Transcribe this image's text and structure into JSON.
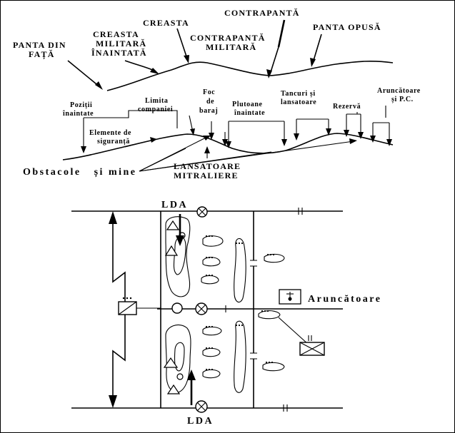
{
  "profile": {
    "top_labels": {
      "panta_din_fata": [
        "PANTA DIN",
        "FAȚĂ"
      ],
      "creasta_militara_inaintata": [
        "CREASTA",
        "MILITARĂ",
        "ÎNAINTATĂ"
      ],
      "creasta": "CREASTA",
      "contrapanta": "CONTRAPANTĂ",
      "contrapanta_militara": [
        "CONTRAPANTĂ",
        "MILITARĂ"
      ],
      "panta_opusa": "PANTA OPUSĂ"
    },
    "unit_labels": {
      "pozitii_inaintate": [
        "Poziții",
        "înaintate"
      ],
      "limita_companiei": [
        "Limita",
        "companiei"
      ],
      "foc_de_baraj": [
        "Foc",
        "de",
        "baraj"
      ],
      "plutoane_inaintate": [
        "Plutoane",
        "înaintate"
      ],
      "tancuri_lansatoare": [
        "Tancuri și",
        "lansatoare"
      ],
      "rezerva": "Rezervă",
      "aruncatoare_pc": [
        "Aruncătoare",
        "și P.C."
      ],
      "elemente_siguranta": [
        "Elemente de",
        "siguranță"
      ]
    },
    "bottom_labels": {
      "obstacole_mine": "Obstacole   și mine",
      "lansatoare_mitraliere": [
        "LANSATOARE",
        "MITRALIERE"
      ]
    }
  },
  "plan": {
    "lda_top": "LDA",
    "lda_bottom": "LDA",
    "aruncatoare": "Aruncătoare"
  }
}
